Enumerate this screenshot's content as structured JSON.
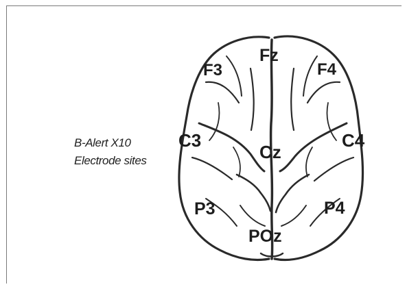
{
  "caption": {
    "line1": "B-Alert X10",
    "line2": "Electrode sites"
  },
  "electrodes": {
    "fz": "Fz",
    "f3": "F3",
    "f4": "F4",
    "c3": "C3",
    "cz": "Cz",
    "c4": "C4",
    "p3": "P3",
    "p4": "P4",
    "poz": "POz"
  },
  "icons": {
    "brain": "brain-top-view-illustration"
  },
  "colors": {
    "label": "#1d1d1d",
    "brain_outline": "#2a2a2a",
    "border": "#7a7a7a"
  }
}
